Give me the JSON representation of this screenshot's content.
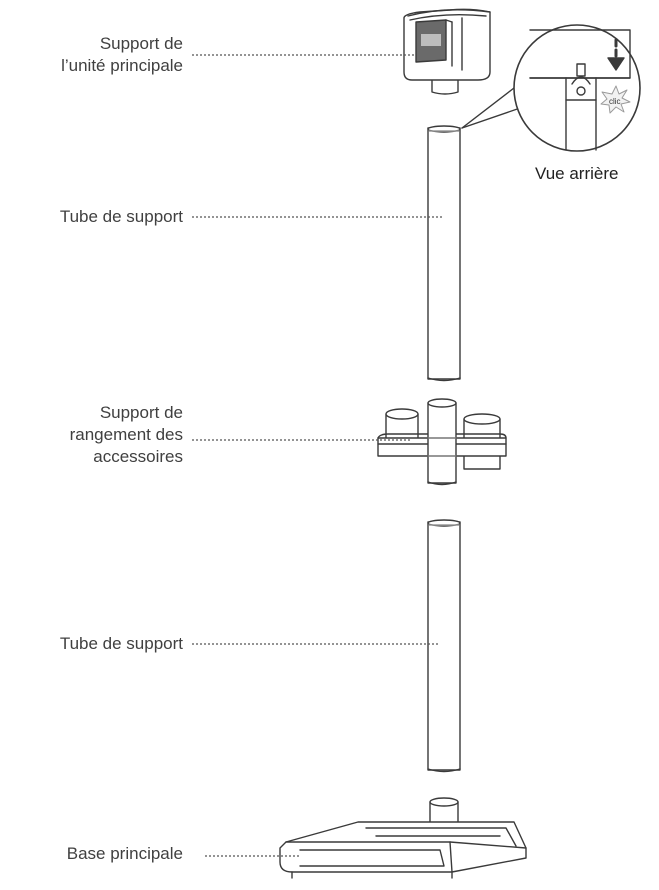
{
  "labels": {
    "main_unit_holder": "Support de\nl’unité principale",
    "support_tube_upper": "Tube de support",
    "accessory_holder": "Support de\nrangement des\naccessoires",
    "support_tube_lower": "Tube de support",
    "main_base": "Base principale"
  },
  "detail": {
    "caption": "Vue arrière",
    "click_text": "clic"
  }
}
